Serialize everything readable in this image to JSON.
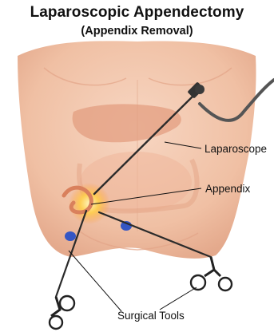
{
  "title": "Laparoscopic Appendectomy",
  "subtitle": "(Appendix Removal)",
  "labels": {
    "laparoscope": "Laparoscope",
    "appendix": "Appendix",
    "surgical_tools": "Surgical Tools"
  },
  "colors": {
    "skin": "#f3c8ae",
    "skin_shadow": "#e7ab8e",
    "liver": "#e39d80",
    "appendix_glow": "#ffd45c",
    "port": "#3556c4",
    "instrument": "#2b2b2b",
    "cable": "#555555"
  }
}
